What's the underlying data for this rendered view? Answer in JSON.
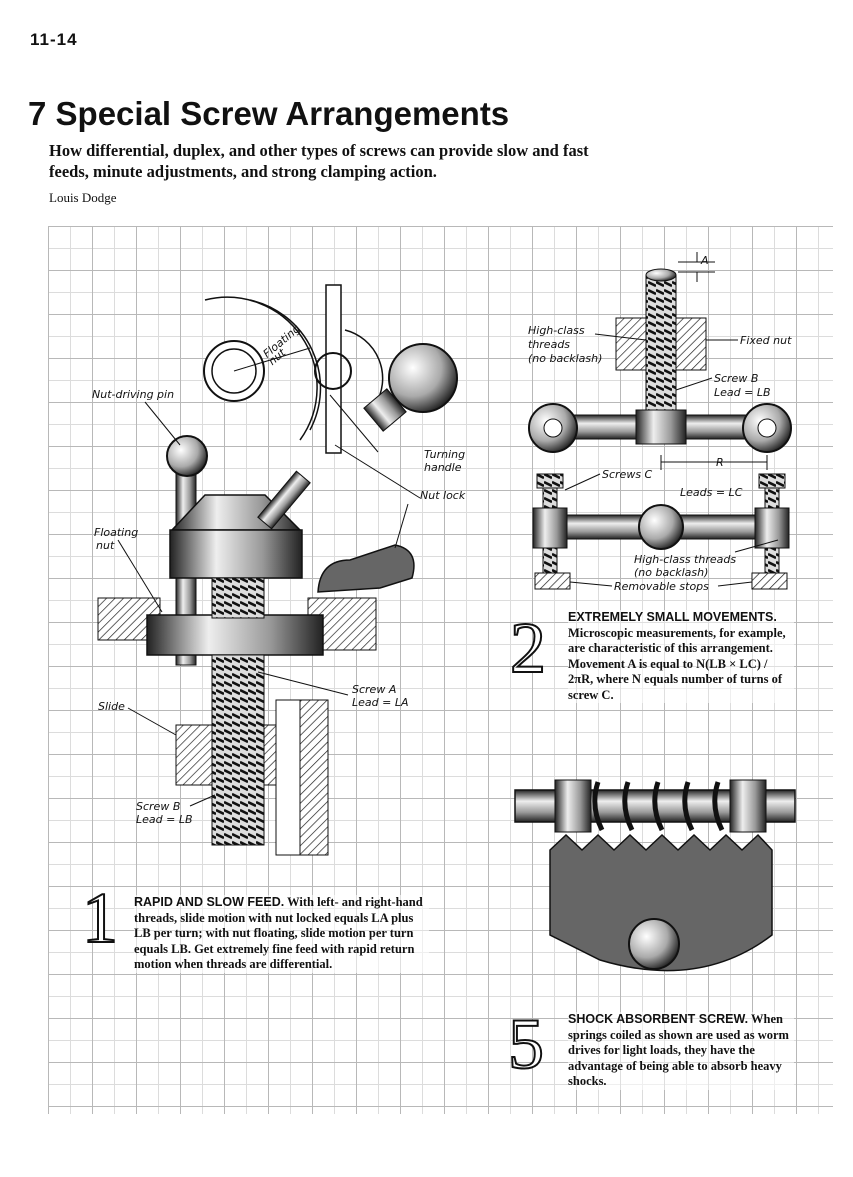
{
  "page": {
    "number": "11-14",
    "title": "7 Special Screw Arrangements",
    "subtitle": "How differential, duplex, and other types of screws can provide slow and fast feeds, minute adjustments, and strong clamping action.",
    "author": "Louis Dodge"
  },
  "figure1": {
    "labels": {
      "floating_nut_top": "Floating",
      "floating_nut_top2": "nut",
      "nut_driving_pin": "Nut-driving pin",
      "turning_handle": "Turning",
      "turning_handle2": "handle",
      "nut_lock": "Nut lock",
      "floating_nut_left": "Floating",
      "floating_nut_left2": "nut",
      "screw_a": "Screw A",
      "lead_a": "Lead = LA",
      "slide": "Slide",
      "screw_b": "Screw B",
      "lead_b": "Lead = LB"
    },
    "number": "1",
    "heading": "RAPID AND SLOW FEED.",
    "text": "With left- and right-hand threads, slide motion with nut locked equals LA plus LB per turn; with nut floating, slide motion per turn equals LB. Get extremely fine feed with rapid return motion when threads are differential."
  },
  "figure2": {
    "labels": {
      "a": "A",
      "high_class": "High-class",
      "threads": "threads",
      "no_backlash": "(no backlash)",
      "fixed_nut": "Fixed nut",
      "screw_b": "Screw B",
      "lead_b": "Lead = LB",
      "r": "R",
      "screws_c": "Screws C",
      "leads_c": "Leads = LC",
      "high_class_threads": "High-class threads",
      "no_backlash2": "(no backlash)",
      "removable_stops": "Removable stops"
    },
    "number": "2",
    "heading": "EXTREMELY SMALL MOVEMENTS.",
    "text": "Microscopic measurements, for example, are characteristic of this arrangement. Movement A is equal to N(LB × LC) / 2πR, where N equals number of turns of screw C."
  },
  "figure5": {
    "number": "5",
    "heading": "SHOCK ABSORBENT SCREW.",
    "text": "When springs coiled as shown are used as worm drives for light loads, they have the advantage of being able to absorb heavy shocks."
  },
  "colors": {
    "ink": "#111111",
    "shade": "#555555",
    "grid": "#b8b8b8"
  }
}
